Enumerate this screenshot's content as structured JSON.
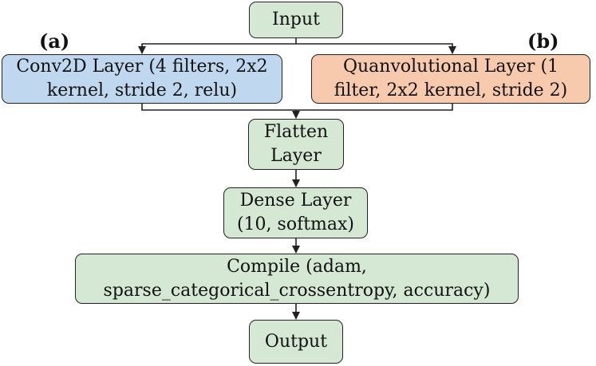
{
  "diagram": {
    "colors": {
      "green": "#d5e8d4",
      "blue": "#c0d8ef",
      "orange": "#f7c9ad",
      "line": "#222222"
    },
    "labels": {
      "a": "(a)",
      "b": "(b)"
    },
    "nodes": {
      "input": {
        "text": "Input"
      },
      "conv": {
        "line1": "Conv2D Layer (4 filters, 2x2",
        "line2": "kernel, stride 2, relu)"
      },
      "quanv": {
        "line1": "Quanvolutional Layer (1",
        "line2": "filter, 2x2 kernel, stride 2)"
      },
      "flatten": {
        "line1": "Flatten",
        "line2": "Layer"
      },
      "dense": {
        "line1": "Dense Layer",
        "line2": "(10, softmax)"
      },
      "compile": {
        "line1": "Compile (adam,",
        "line2": "sparse_categorical_crossentropy, accuracy)"
      },
      "output": {
        "text": "Output"
      }
    }
  }
}
